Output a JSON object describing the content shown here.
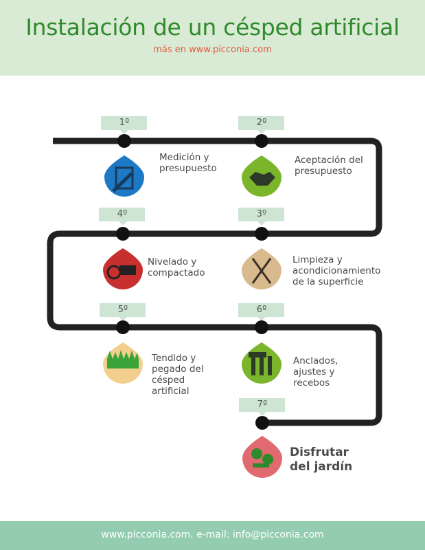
{
  "header": {
    "title": "Instalación de un césped artificial",
    "subtitle": "más en www.picconia.com"
  },
  "steps": [
    {
      "number": "1º",
      "label": "Medición y presupuesto",
      "icon": "document-pencil-icon",
      "color": "#1d79c4"
    },
    {
      "number": "2º",
      "label": "Aceptación del presupuesto",
      "icon": "handshake-icon",
      "color": "#7bb52b"
    },
    {
      "number": "3º",
      "label": "Limpieza y acondicionamiento de la superficie",
      "icon": "shovel-rake-icon",
      "color": "#d9b98e"
    },
    {
      "number": "4º",
      "label": "Nivelado y compactado",
      "icon": "roller-compactor-icon",
      "color": "#c8302f"
    },
    {
      "number": "5º",
      "label": "Tendido y pegado del césped artificial",
      "icon": "grass-icon",
      "color": "#f3cf8e"
    },
    {
      "number": "6º",
      "label": "Anclados, ajustes y recebos",
      "icon": "tools-icon",
      "color": "#7bb52b"
    },
    {
      "number": "7º",
      "label": "Disfrutar del jardín",
      "icon": "trees-icon",
      "color": "#e06a70"
    }
  ],
  "footer": {
    "text": "www.picconia.com. e-mail: info@picconia.com"
  }
}
